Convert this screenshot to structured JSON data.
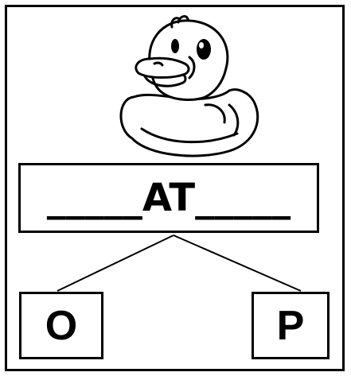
{
  "worksheet": {
    "picture_icon": "rubber-duck-icon",
    "word": "_____AT_____",
    "choices": [
      {
        "letter": "O"
      },
      {
        "letter": "P"
      }
    ]
  }
}
